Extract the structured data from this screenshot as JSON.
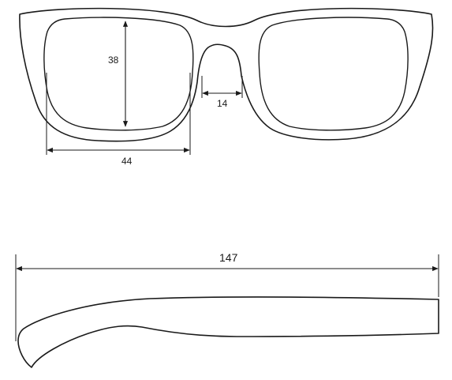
{
  "dimensions": {
    "lens_height": "38",
    "lens_width": "44",
    "bridge_width": "14",
    "temple_length": "147"
  }
}
